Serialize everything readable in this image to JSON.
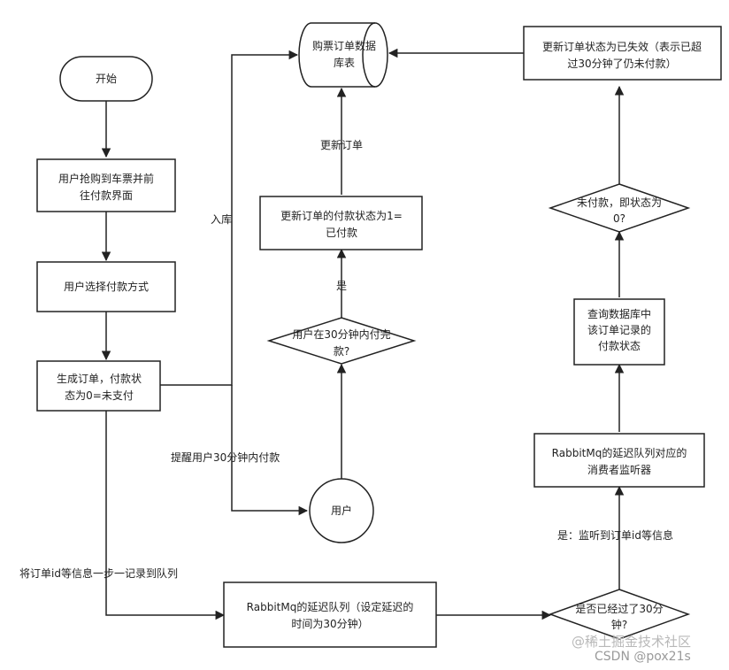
{
  "nodes": {
    "start": "开始",
    "grab_ticket": [
      "用户抢购到车票并前",
      "往付款界面"
    ],
    "choose_payment": "用户选择付款方式",
    "generate_order": [
      "生成订单，付款状",
      "态为0=未支付"
    ],
    "order_db": [
      "购票订单数据",
      "库表"
    ],
    "update_paid": [
      "更新订单的付款状态为1=",
      "已付款"
    ],
    "paid_in_30": [
      "用户在30分钟内付完",
      "款?"
    ],
    "user": "用户",
    "delay_queue": [
      "RabbitMq的延迟队列（设定延迟的",
      "时间为30分钟）"
    ],
    "is_30_passed": [
      "是否已经过了30分",
      "钟?"
    ],
    "consumer": [
      "RabbitMq的延迟队列对应的",
      "消费者监听器"
    ],
    "query_db": [
      "查询数据库中",
      "该订单记录的",
      "付款状态"
    ],
    "unpaid_check": [
      "未付款，即状态为",
      "0?"
    ],
    "mark_invalid": [
      "更新订单状态为已失效（表示已超",
      "过30分钟了仍未付款）"
    ]
  },
  "edge_labels": {
    "store": "入库",
    "update_order": "更新订单",
    "yes": "是",
    "remind": "提醒用户30分钟内付款",
    "record_queue": "将订单id等信息一步一记录到队列",
    "yes_heard": "是：监听到订单id等信息"
  },
  "watermark": {
    "line1": "@稀土掘金技术社区",
    "line2": "CSDN @pox21s"
  }
}
